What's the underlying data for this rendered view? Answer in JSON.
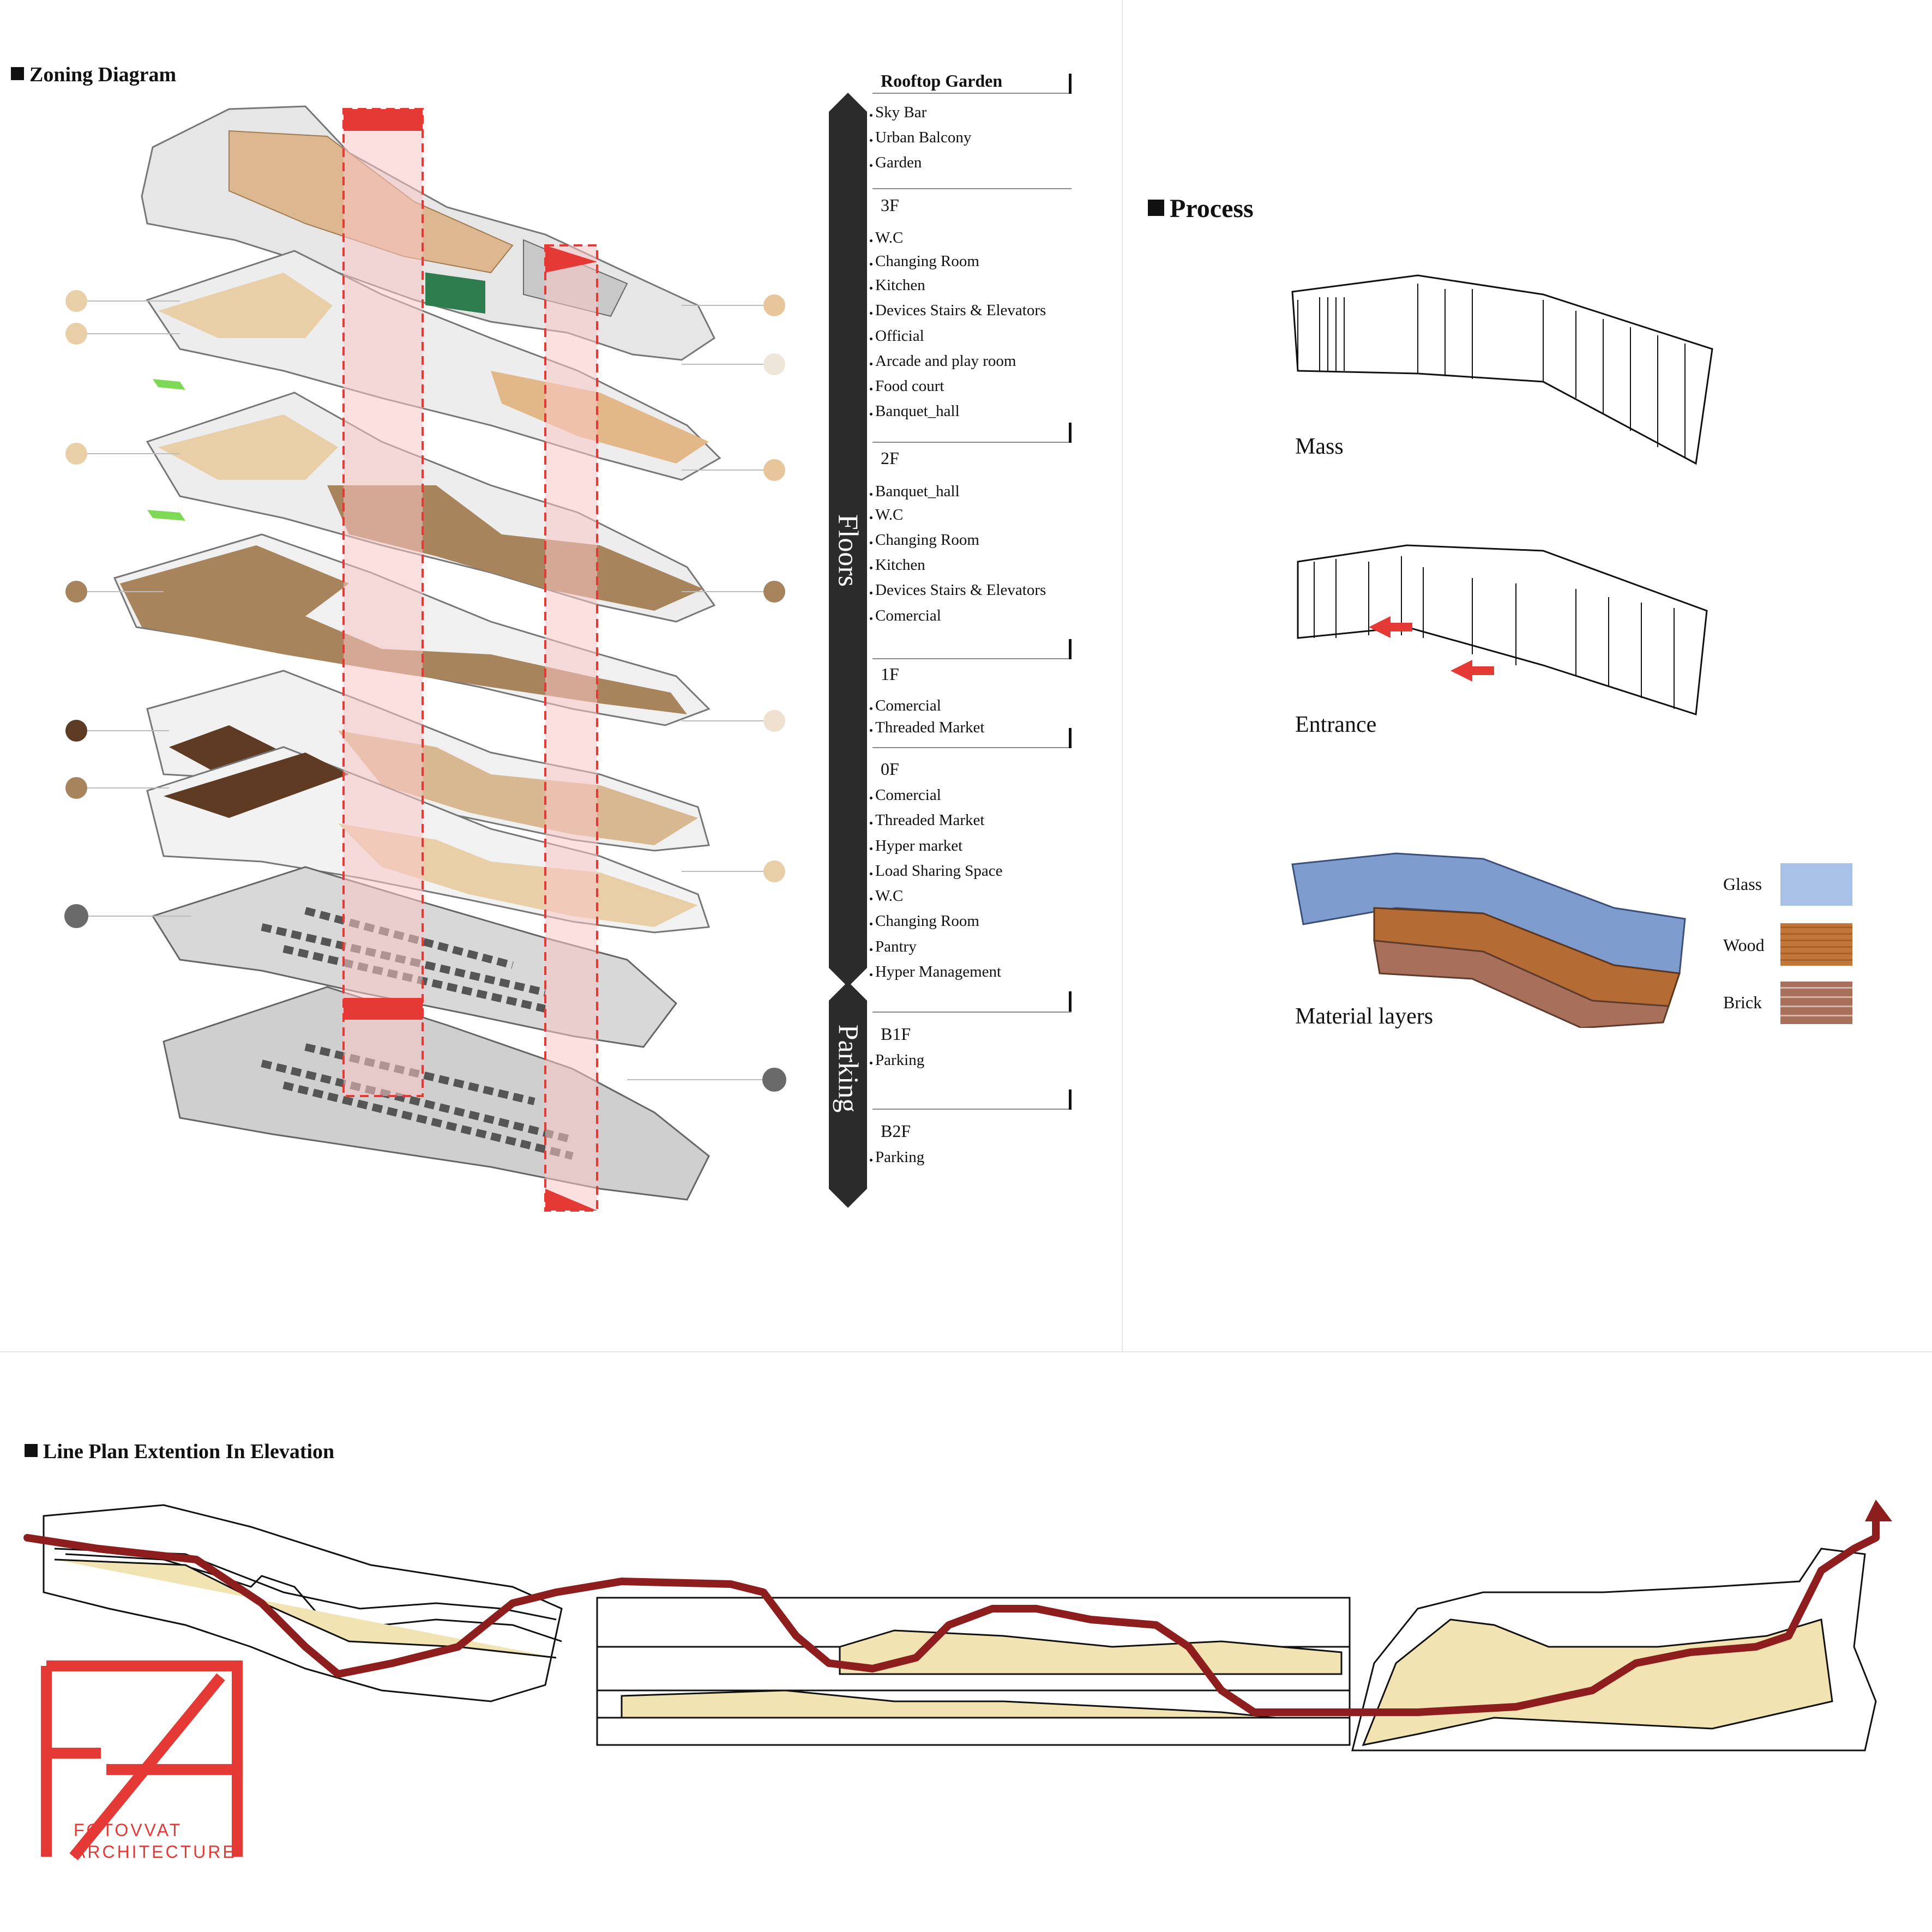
{
  "zoning": {
    "title": "Zoning Diagram"
  },
  "process": {
    "title": "Process",
    "steps": [
      "Mass",
      "Entrance",
      "Material layers"
    ],
    "materials": [
      {
        "label": "Glass",
        "color": "#a9c1e6"
      },
      {
        "label": "Wood",
        "color": "#c2773a"
      },
      {
        "label": "Brick",
        "color": "#a8705a"
      }
    ]
  },
  "floors_panel": {
    "band_floors": "Floors",
    "band_parking": "Parking",
    "groups": [
      {
        "heading": "Rooftop Garden",
        "items": [
          "Sky Bar",
          "Urban Balcony",
          "Garden"
        ]
      },
      {
        "heading": "3F",
        "items": [
          "W.C",
          "Changing Room",
          "Kitchen",
          "Devices Stairs & Elevators",
          "Official",
          "Arcade and play room",
          "Food  court",
          "Banquet_hall"
        ]
      },
      {
        "heading": "2F",
        "items": [
          "Banquet_hall",
          "W.C",
          "Changing Room",
          "Kitchen",
          "Devices Stairs & Elevators",
          "Comercial"
        ]
      },
      {
        "heading": "1F",
        "items": [
          "Comercial",
          "Threaded Market"
        ]
      },
      {
        "heading": "0F",
        "items": [
          "Comercial",
          "Threaded Market",
          "Hyper market",
          "Load Sharing Space",
          "W.C",
          "Changing Room",
          "Pantry",
          "Hyper Management"
        ]
      },
      {
        "heading": "B1F",
        "items": [
          "Parking"
        ]
      },
      {
        "heading": "B2F",
        "items": [
          "Parking"
        ]
      }
    ]
  },
  "elevation": {
    "title": "Line Plan Extention In Elevation"
  },
  "logo": {
    "line1": "FOTOVVAT",
    "line2": "ARCHITECTURE",
    "color": "#e53935"
  },
  "colors": {
    "accent_red": "#e53935",
    "floor_tan": "#e8cfa8",
    "floor_brown": "#a8845c",
    "parking_grey": "#8f8f8f",
    "route_red": "#8e1d1d",
    "sketch_fill": "#f2e3b3"
  }
}
